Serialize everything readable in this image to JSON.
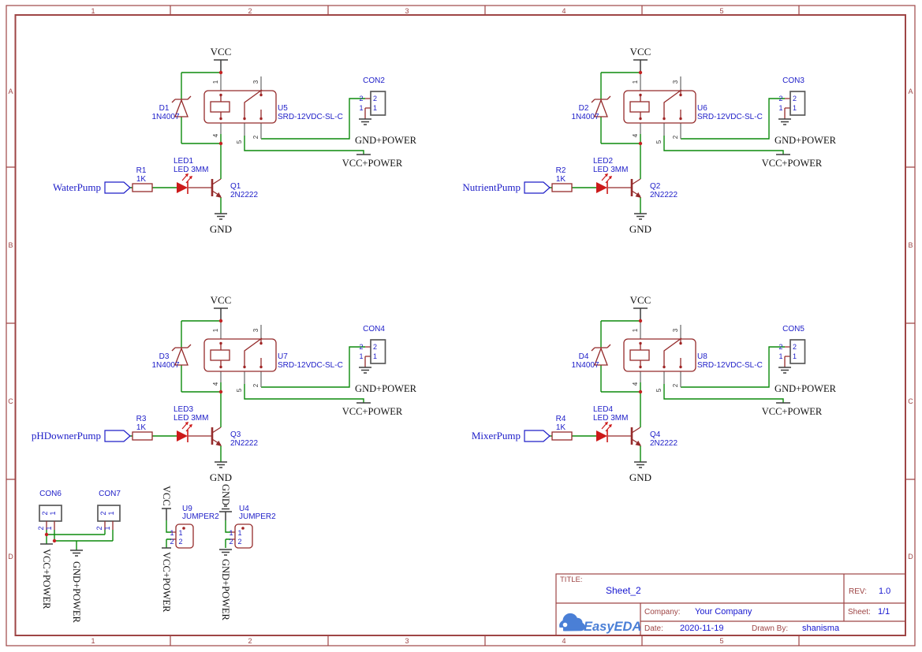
{
  "colors": {
    "frame_red": "#9e4545",
    "component_red": "#952b2b",
    "wire_green": "#0b8a0b",
    "label_blue": "#1d1dc8",
    "logo_blue": "#4a7fd6"
  },
  "frame": {
    "columns": [
      "1",
      "2",
      "3",
      "4",
      "5"
    ],
    "rows": [
      "A",
      "B",
      "C",
      "D"
    ]
  },
  "pins": {
    "relay": [
      "1",
      "3",
      "4",
      "5",
      "2"
    ],
    "con_outer": [
      "2",
      "1"
    ],
    "con_inner": [
      "2",
      "1"
    ],
    "jumper_outer": [
      "1",
      "2"
    ],
    "jumper_inner": [
      "1",
      "2"
    ]
  },
  "circuits": [
    {
      "input": "WaterPump",
      "r_ref": "R1",
      "r_val": "1K",
      "led_ref": "LED1",
      "led_val": "LED 3MM",
      "q_ref": "Q1",
      "q_val": "2N2222",
      "d_ref": "D1",
      "d_val": "1N4007",
      "u_ref": "U5",
      "u_val": "SRD-12VDC-SL-C",
      "con_ref": "CON2",
      "vcc": "VCC",
      "gnd": "GND",
      "gnd_power": "GND+POWER",
      "vcc_power": "VCC+POWER"
    },
    {
      "input": "NutrientPump",
      "r_ref": "R2",
      "r_val": "1K",
      "led_ref": "LED2",
      "led_val": "LED 3MM",
      "q_ref": "Q2",
      "q_val": "2N2222",
      "d_ref": "D2",
      "d_val": "1N4007",
      "u_ref": "U6",
      "u_val": "SRD-12VDC-SL-C",
      "con_ref": "CON3",
      "vcc": "VCC",
      "gnd": "GND",
      "gnd_power": "GND+POWER",
      "vcc_power": "VCC+POWER"
    },
    {
      "input": "pHDownerPump",
      "r_ref": "R3",
      "r_val": "1K",
      "led_ref": "LED3",
      "led_val": "LED 3MM",
      "q_ref": "Q3",
      "q_val": "2N2222",
      "d_ref": "D3",
      "d_val": "1N4007",
      "u_ref": "U7",
      "u_val": "SRD-12VDC-SL-C",
      "con_ref": "CON4",
      "vcc": "VCC",
      "gnd": "GND",
      "gnd_power": "GND+POWER",
      "vcc_power": "VCC+POWER"
    },
    {
      "input": "MixerPump",
      "r_ref": "R4",
      "r_val": "1K",
      "led_ref": "LED4",
      "led_val": "LED 3MM",
      "q_ref": "Q4",
      "q_val": "2N2222",
      "d_ref": "D4",
      "d_val": "1N4007",
      "u_ref": "U8",
      "u_val": "SRD-12VDC-SL-C",
      "con_ref": "CON5",
      "vcc": "VCC",
      "gnd": "GND",
      "gnd_power": "GND+POWER",
      "vcc_power": "VCC+POWER"
    }
  ],
  "bottom": {
    "con6": {
      "ref": "CON6"
    },
    "con7": {
      "ref": "CON7"
    },
    "left_vcc_power": "VCC+POWER",
    "left_gnd_power": "GND+POWER",
    "u9": {
      "ref": "U9",
      "value": "JUMPER2",
      "top": "VCC",
      "bottom": "VCC+POWER"
    },
    "u4": {
      "ref": "U4",
      "value": "JUMPER2",
      "top": "GND",
      "bottom": "GND+POWER"
    }
  },
  "title_block": {
    "title_label": "TITLE:",
    "title": "Sheet_2",
    "rev_label": "REV:",
    "rev": "1.0",
    "company_label": "Company:",
    "company": "Your Company",
    "sheet_label": "Sheet:",
    "sheet": "1/1",
    "date_label": "Date:",
    "date": "2020-11-19",
    "drawn_by_label": "Drawn By:",
    "drawn_by": "shanisma",
    "logo": "EasyEDA"
  }
}
